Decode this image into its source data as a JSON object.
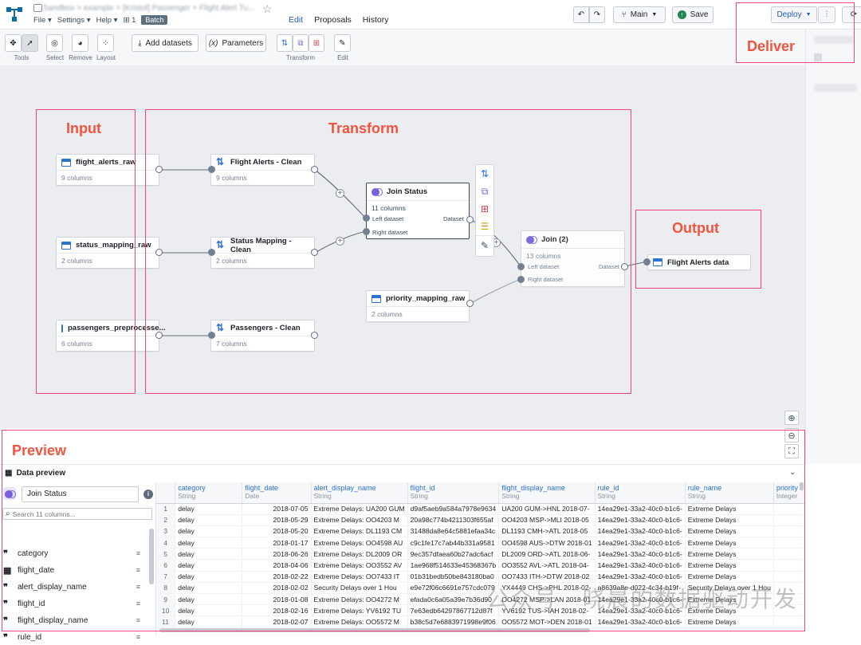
{
  "header": {
    "breadcrumb": "Sandbox > example > [Kristof] Passenger + Flight Alert Tu...",
    "menus": [
      "File",
      "Settings",
      "Help"
    ],
    "branch_count": "1",
    "batch_label": "Batch",
    "tabs": [
      {
        "label": "Edit",
        "active": true
      },
      {
        "label": "Proposals"
      },
      {
        "label": "History"
      }
    ],
    "branch_label": "Main",
    "save_label": "Save",
    "deploy_label": "Deploy"
  },
  "toolbar": {
    "groups": [
      {
        "label": "Tools"
      },
      {
        "label": "Select"
      },
      {
        "label": "Remove"
      },
      {
        "label": "Layout"
      }
    ],
    "add_datasets_label": "Add datasets",
    "parameters_label": "Parameters",
    "transform_label": "Transform",
    "edit_label": "Edit"
  },
  "annotations": {
    "input": "Input",
    "transform": "Transform",
    "output": "Output",
    "deliver": "Deliver",
    "preview": "Preview"
  },
  "nodes": {
    "flight_alerts_raw": {
      "title": "flight_alerts_raw",
      "sub": "9 columns"
    },
    "status_mapping_raw": {
      "title": "status_mapping_raw",
      "sub": "2 columns"
    },
    "passengers_raw": {
      "title": "passengers_preprocesse...",
      "sub": "6 columns"
    },
    "fa_clean": {
      "title": "Flight Alerts - Clean",
      "sub": "9 columns"
    },
    "sm_clean": {
      "title": "Status Mapping - Clean",
      "sub": "2 columns"
    },
    "p_clean": {
      "title": "Passengers - Clean",
      "sub": "7 columns"
    },
    "join_status": {
      "title": "Join Status",
      "sub": "11 columns",
      "left": "Left dataset",
      "right": "Right dataset",
      "out": "Dataset"
    },
    "priority_raw": {
      "title": "priority_mapping_raw",
      "sub": "2 columns"
    },
    "join2": {
      "title": "Join (2)",
      "sub": "13 columns",
      "left": "Left dataset",
      "right": "Right dataset",
      "out": "Dataset"
    },
    "output": {
      "title": "Flight Alerts data"
    }
  },
  "preview": {
    "title": "Data preview",
    "transform_name": "Join Status",
    "search_placeholder": "Search 11 columns...",
    "columns_list": [
      {
        "name": "category",
        "type": "string"
      },
      {
        "name": "flight_date",
        "type": "date"
      },
      {
        "name": "alert_display_name",
        "type": "string"
      },
      {
        "name": "flight_id",
        "type": "string"
      },
      {
        "name": "flight_display_name",
        "type": "string"
      },
      {
        "name": "rule_id",
        "type": "string"
      }
    ],
    "headers": [
      {
        "name": "category",
        "type": "String"
      },
      {
        "name": "flight_date",
        "type": "Date"
      },
      {
        "name": "alert_display_name",
        "type": "String"
      },
      {
        "name": "flight_id",
        "type": "String"
      },
      {
        "name": "flight_display_name",
        "type": "String"
      },
      {
        "name": "rule_id",
        "type": "String"
      },
      {
        "name": "rule_name",
        "type": "String"
      },
      {
        "name": "priority",
        "type": "Integer"
      }
    ],
    "rows": [
      [
        "1",
        "delay",
        "2018-07-05",
        "Extreme Delays: UA200 GUM",
        "d9af5aeb9a584a7978e9634",
        "UA200 GUM->HNL 2018-07-",
        "14ea29e1-33a2-40c0-b1c6-",
        "Extreme Delays",
        ""
      ],
      [
        "2",
        "delay",
        "2018-05-29",
        "Extreme Delays: OO4203 M",
        "20a98c774b4211303f655af",
        "OO4203 MSP->MLI 2018-05",
        "14ea29e1-33a2-40c0-b1c6-",
        "Extreme Delays",
        ""
      ],
      [
        "3",
        "delay",
        "2018-05-20",
        "Extreme Delays: DL1193 CM",
        "31488da8e64c5881efaa34c",
        "DL1193 CMH->ATL 2018-05",
        "14ea29e1-33a2-40c0-b1c6-",
        "Extreme Delays",
        ""
      ],
      [
        "4",
        "delay",
        "2018-01-17",
        "Extreme Delays: OO4598 AU",
        "c9c1fe17c7ab44b331a9581",
        "OO4598 AUS->DTW 2018-01",
        "14ea29e1-33a2-40c0-b1c6-",
        "Extreme Delays",
        ""
      ],
      [
        "5",
        "delay",
        "2018-06-26",
        "Extreme Delays: DL2009 OR",
        "9ec357dfaea60b27adc6acf",
        "DL2009 ORD->ATL 2018-06-",
        "14ea29e1-33a2-40c0-b1c6-",
        "Extreme Delays",
        ""
      ],
      [
        "6",
        "delay",
        "2018-04-06",
        "Extreme Delays: OO3552 AV",
        "1ae968f514633e45368367b",
        "OO3552 AVL->ATL 2018-04-",
        "14ea29e1-33a2-40c0-b1c6-",
        "Extreme Delays",
        ""
      ],
      [
        "7",
        "delay",
        "2018-02-22",
        "Extreme Delays: OO7433 IT",
        "01b31bedb50be843180ba0",
        "OO7433 ITH->DTW 2018-02",
        "14ea29e1-33a2-40c0-b1c6-",
        "Extreme Delays",
        ""
      ],
      [
        "8",
        "delay",
        "2018-02-02",
        "Security Delays over 1 Hou",
        "e9e72f06c6691e757cdc079",
        "YX4449 CHS->PHL 2018-02-",
        "a8639a8e-d022-4c34-b19f-",
        "Security Delays over 1 Hou",
        ""
      ],
      [
        "9",
        "delay",
        "2018-01-08",
        "Extreme Delays: OO4272 M",
        "efada0c6a05a39e7b36d90",
        "OO4272 MSP->LAN 2018-01",
        "14ea29e1-33a2-40c0-b1c6-",
        "Extreme Delays",
        ""
      ],
      [
        "10",
        "delay",
        "2018-02-16",
        "Extreme Delays: YV6192 TU",
        "7e63edb64297867712d87f",
        "YV6192 TUS->IAH 2018-02-",
        "14ea29e1-33a2-40c0-b1c6-",
        "Extreme Delays",
        ""
      ],
      [
        "11",
        "delay",
        "2018-02-07",
        "Extreme Delays: OO5572 M",
        "b38c5d7e6883971998e9f06",
        "OO5572 MOT->DEN 2018-01",
        "14ea29e1-33a2-40c0-b1c6-",
        "Extreme Delays",
        ""
      ]
    ]
  },
  "watermark": "公众号 · 晓晨的数据驱动开发",
  "colors": {
    "accent": "#2d72d2",
    "annotation": "#f3447e",
    "annotation_text": "#f2543d",
    "join": "#7961db",
    "save": "#238551"
  }
}
